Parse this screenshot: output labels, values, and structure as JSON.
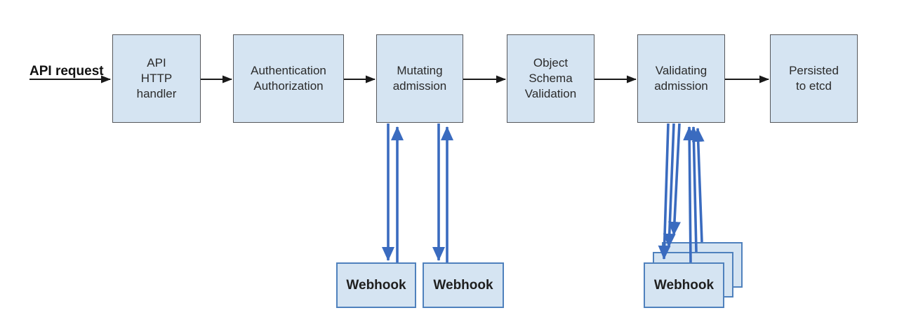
{
  "diagram": {
    "input_label": "API request",
    "stages": [
      {
        "id": "api-http-handler",
        "label": "API\nHTTP\nhandler"
      },
      {
        "id": "authentication-authorization",
        "label": "Authentication\nAuthorization"
      },
      {
        "id": "mutating-admission",
        "label": "Mutating\nadmission"
      },
      {
        "id": "object-schema-validation",
        "label": "Object\nSchema\nValidation"
      },
      {
        "id": "validating-admission",
        "label": "Validating\nadmission"
      },
      {
        "id": "persisted-to-etcd",
        "label": "Persisted\nto etcd"
      }
    ],
    "webhooks": {
      "mutating": [
        {
          "label": "Webhook"
        },
        {
          "label": "Webhook"
        }
      ],
      "validating": {
        "front_label": "Webhook",
        "stack_count": 3
      }
    }
  },
  "colors": {
    "node_fill": "#d5e4f2",
    "node_border": "#55575b",
    "webhook_border": "#4f81bd",
    "arrow_blue": "#3a6bbf",
    "arrow_black": "#1a1a1a",
    "text_color": "#2b2b2b"
  }
}
